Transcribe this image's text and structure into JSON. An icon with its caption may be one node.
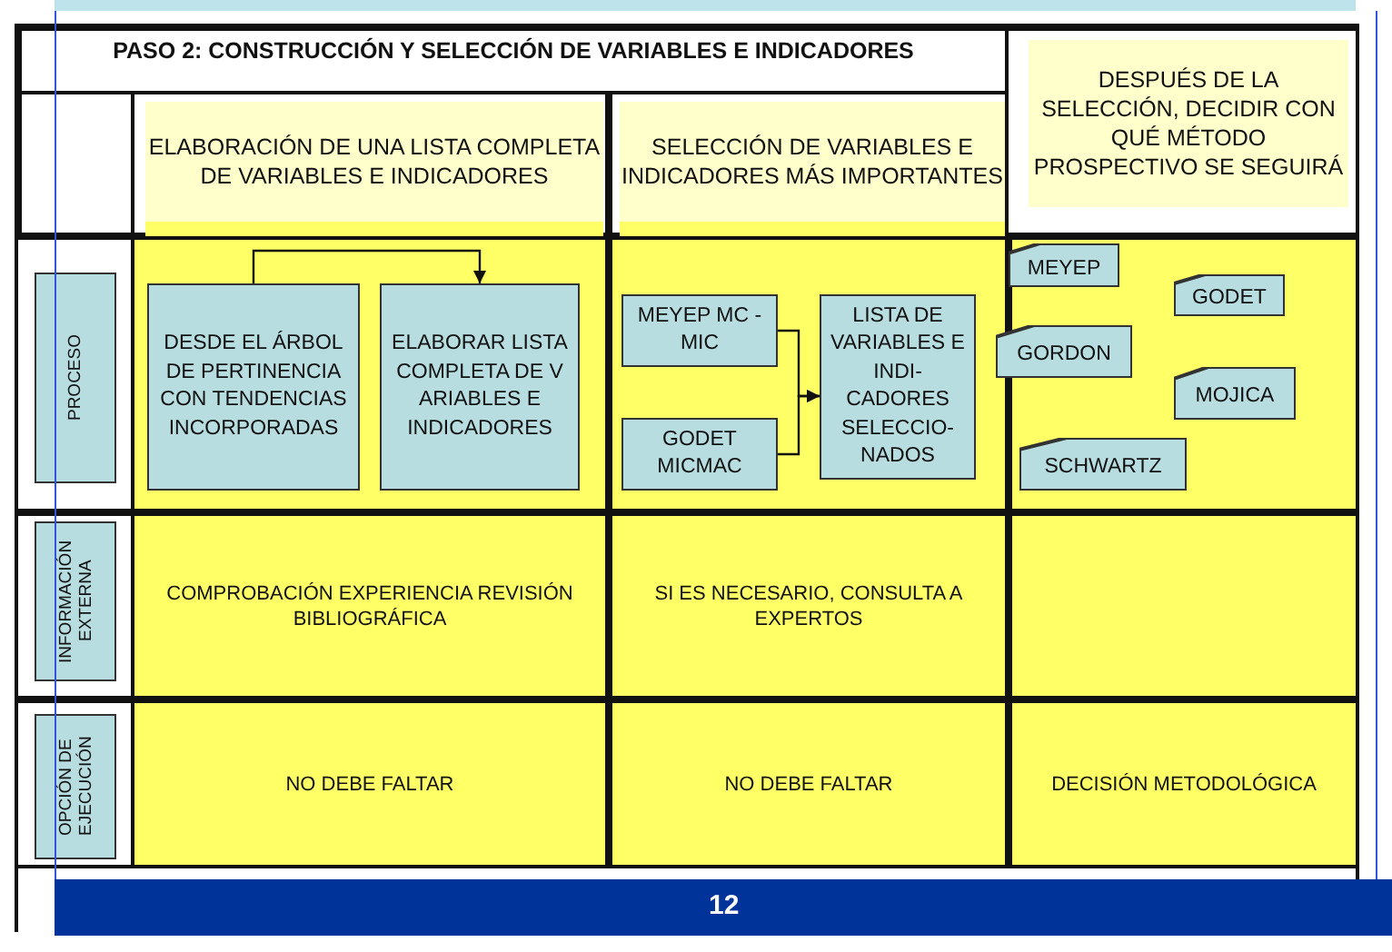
{
  "diagram": {
    "title": "PASO 2: CONSTRUCCIÓN Y SELECCIÓN DE VARIABLES E INDICADORES",
    "nodes": [
      {
        "text": [
          "ELABORACIÓN DE UNA LISTA COMPLETA DE VARIABLES E INDICADORES"
        ]
      },
      {
        "text": [
          "SELECCIÓN DE VARIABLES E INDICADORES MÁS IMPORTANTES"
        ]
      },
      {
        "text": [
          "DESPUÉS DE LA SELECCIÓN, DECIDIR CON QUÉ MÉTODO PROSPECTIVO SE SEGUIRÁ"
        ]
      },
      {
        "text": [
          "PROCESO"
        ]
      },
      {
        "text": [],
        "shape": "box"
      },
      {
        "text": [
          "DESDE EL ÁRBOL DE PERTINENCIA CON TENDENCIAS INCORPORADAS"
        ],
        "in": 4
      },
      {
        "text": [
          "ELABORAR LISTA COMPLETA DE V ARIABLES E INDICADORES"
        ],
        "in": 4
      },
      {
        "text": [],
        "shape": "box"
      },
      {
        "text": [
          "MEYEP MC - MIC"
        ],
        "in": 7
      },
      {
        "text": [
          "GODET MICMAC"
        ],
        "in": 7
      },
      {
        "text": [
          "LISTA DE VARIABLES E INDI- CADORES SELECCIO- NADOS"
        ],
        "in": 7
      },
      {
        "text": [],
        "shape": "box"
      },
      {
        "text": [
          "MEYEP"
        ],
        "in": 11
      },
      {
        "text": [
          "GODET"
        ],
        "in": 11
      },
      {
        "text": [
          "GORDON"
        ],
        "in": 11
      },
      {
        "text": [
          "MOJICA"
        ],
        "in": 11
      },
      {
        "text": [
          "SCHWARTZ"
        ],
        "in": 11
      },
      {
        "text": [
          "INFORMACIÓN EXTERNA"
        ]
      },
      {
        "text": [
          "COMPROBACIÓN EXPERIENCIA REVISIÓN BIBLIOGRÁFICA"
        ]
      },
      {
        "text": [
          "SI ES NECESARIO, CONSULTA A EXPERTOS"
        ]
      },
      {
        "text": [],
        "shape": "box"
      },
      {
        "text": [
          "OPCIÓN DE EJECUCIÓN"
        ]
      },
      {
        "text": [
          "NO DEBE FALTAR"
        ]
      },
      {
        "text": [
          "NO DEBE FALTAR"
        ]
      },
      {
        "text": [
          "DECISIÓN METODOLÓGICA"
        ]
      }
    ],
    "edges": [
      {
        "from": 5,
        "to": 6,
        "arrow": "to"
      },
      {
        "from": 8,
        "to": 10,
        "arrow": "to"
      },
      {
        "from": 9,
        "to": 10,
        "arrow": "to"
      }
    ],
    "labels": [
      "12"
    ]
  }
}
